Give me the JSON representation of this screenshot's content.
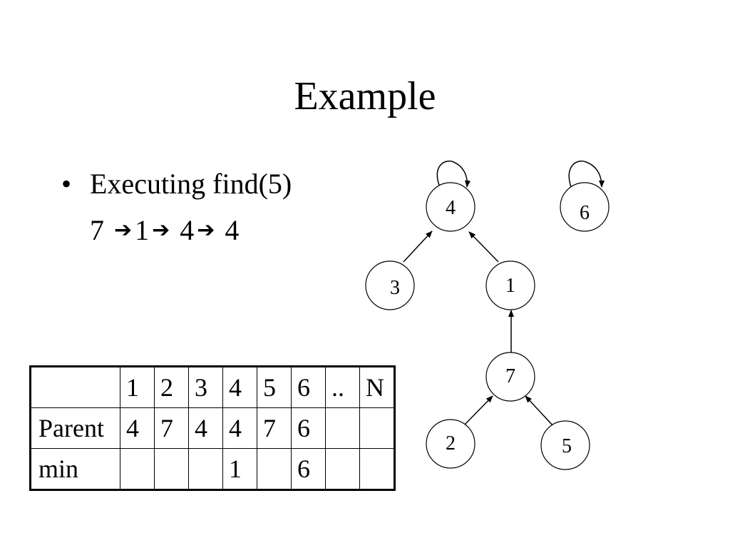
{
  "slide": {
    "title": "Example",
    "bullet": "Executing find(5)",
    "path": [
      "7",
      "1",
      "4",
      "4"
    ]
  },
  "tree": {
    "nodes": [
      "4",
      "6",
      "3",
      "1",
      "7",
      "2",
      "5"
    ],
    "self_loops": [
      "4",
      "6"
    ],
    "edges": [
      {
        "from": "3",
        "to": "4"
      },
      {
        "from": "1",
        "to": "4"
      },
      {
        "from": "7",
        "to": "1"
      },
      {
        "from": "2",
        "to": "7"
      },
      {
        "from": "5",
        "to": "7"
      }
    ]
  },
  "table": {
    "header": [
      "",
      "1",
      "2",
      "3",
      "4",
      "5",
      "6",
      "..",
      "N"
    ],
    "rows": [
      {
        "label": "Parent",
        "cells": [
          "4",
          "7",
          "4",
          "4",
          "7",
          "6",
          "",
          ""
        ]
      },
      {
        "label": "min",
        "cells": [
          "",
          "",
          "",
          "1",
          "",
          "6",
          "",
          ""
        ]
      }
    ]
  }
}
